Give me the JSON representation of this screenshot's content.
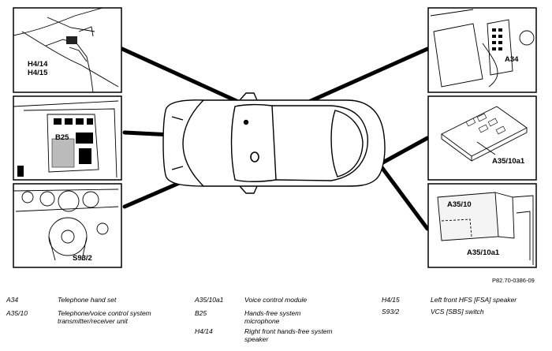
{
  "diagram": {
    "callouts": {
      "topleft_a": "H4/14",
      "topleft_b": "H4/15",
      "midleft": "B25",
      "bottomleft": "S93/2",
      "topright": "A34",
      "midright": "A35/10a1",
      "bottomright_a": "A35/10",
      "bottomright_b": "A35/10a1"
    },
    "reference": "P82.70-0386-09"
  },
  "legend": [
    {
      "code": "A34",
      "text": "Telephone hand set"
    },
    {
      "code": "A35/10",
      "text": "Telephone/voice control system transmitter/receiver unit"
    },
    {
      "code": "A35/10a1",
      "text": "Voice control module"
    },
    {
      "code": "B25",
      "text": "Hands-free system microphone"
    },
    {
      "code": "H4/14",
      "text": "Right front hands-free system speaker"
    },
    {
      "code": "H4/15",
      "text": "Left front HFS [FSA] speaker"
    },
    {
      "code": "S93/2",
      "text": "VCS [SBS] switch"
    }
  ]
}
